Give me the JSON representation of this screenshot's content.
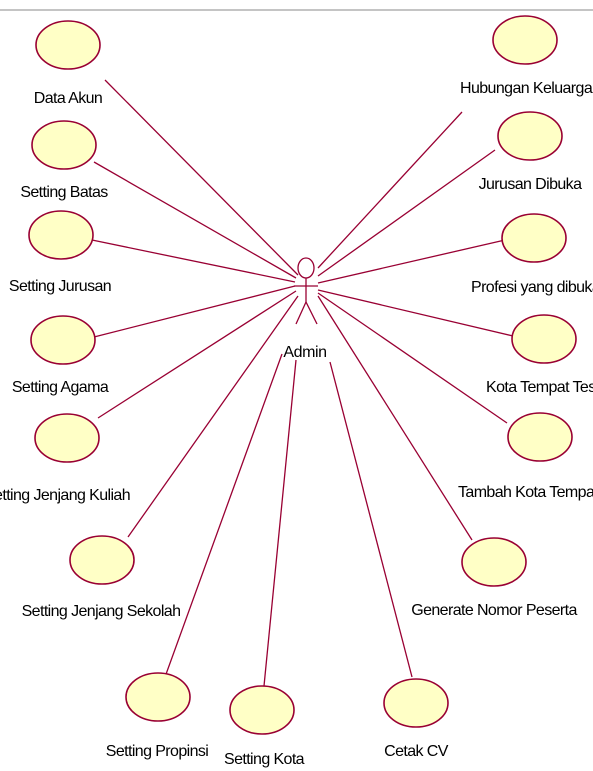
{
  "actor": {
    "name": "Admin"
  },
  "use_cases": [
    {
      "id": "data-akun",
      "label": "Data Akun"
    },
    {
      "id": "setting-batas",
      "label": "Setting Batas"
    },
    {
      "id": "setting-jurusan",
      "label": "Setting Jurusan"
    },
    {
      "id": "setting-agama",
      "label": "Setting Agama"
    },
    {
      "id": "setting-jenjang-kuliah",
      "label": "Setting Jenjang Kuliah"
    },
    {
      "id": "setting-jenjang-sekolah",
      "label": "Setting Jenjang Sekolah"
    },
    {
      "id": "setting-propinsi",
      "label": "Setting Propinsi"
    },
    {
      "id": "setting-kota",
      "label": "Setting Kota"
    },
    {
      "id": "cetak-cv",
      "label": "Cetak CV"
    },
    {
      "id": "generate-nomor-peserta",
      "label": "Generate Nomor Peserta"
    },
    {
      "id": "tambah-kota-tempat",
      "label": "Tambah Kota Tempat Tes"
    },
    {
      "id": "kota-tempat-tes",
      "label": "Kota Tempat Tes"
    },
    {
      "id": "profesi-yang-dibuka",
      "label": "Profesi yang dibuka"
    },
    {
      "id": "jurusan-dibuka",
      "label": "Jurusan Dibuka"
    },
    {
      "id": "hubungan-keluarga",
      "label": "Hubungan Keluarga"
    }
  ],
  "colors": {
    "ellipse_fill": "#ffffc6",
    "line": "#990033"
  }
}
